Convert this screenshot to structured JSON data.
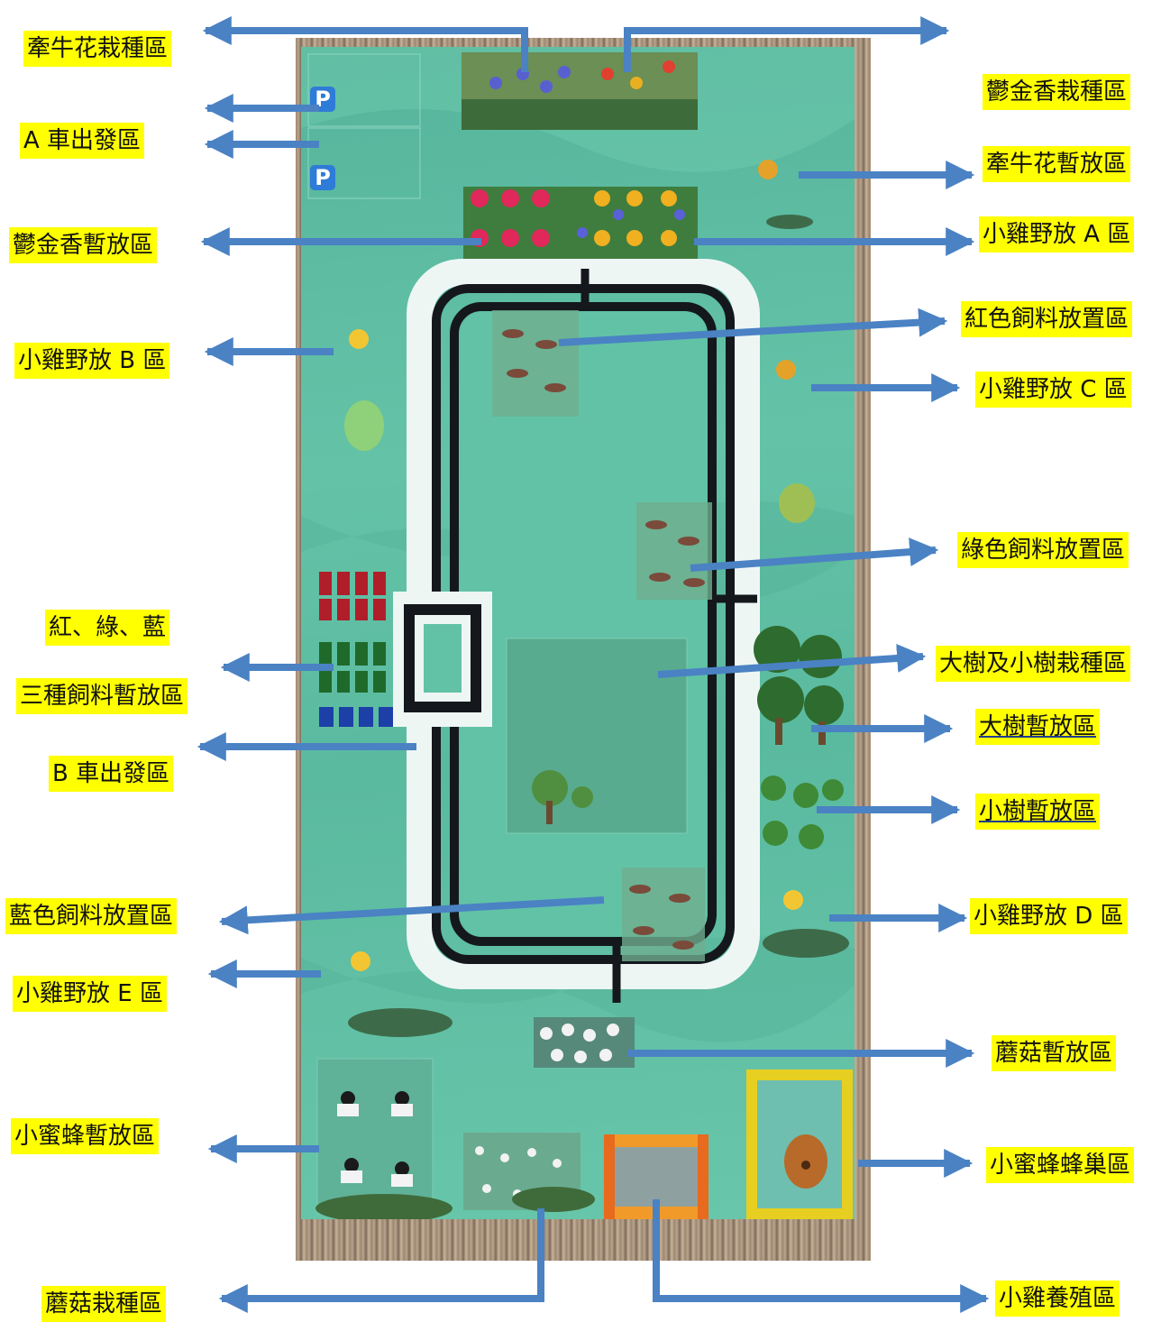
{
  "labels": {
    "morning_glory_planting": "牽牛花栽種區",
    "car_a_start": "A 車出發區",
    "tulip_temp": "鬱金香暫放區",
    "chick_b": "小雞野放 B 區",
    "rgb": "紅、綠、藍",
    "three_feed_temp": "三種飼料暫放區",
    "car_b_start": "B 車出發區",
    "blue_feed": "藍色飼料放置區",
    "chick_e": "小雞野放 E 區",
    "bee_temp": "小蜜蜂暫放區",
    "mushroom_planting": "蘑菇栽種區",
    "tulip_planting": "鬱金香栽種區",
    "morning_glory_temp": "牽牛花暫放區",
    "chick_a": "小雞野放 A 區",
    "red_feed": "紅色飼料放置區",
    "chick_c": "小雞野放 C 區",
    "green_feed": "綠色飼料放置區",
    "tree_planting": "大樹及小樹栽種區",
    "big_tree_temp": "大樹暫放區",
    "small_tree_temp": "小樹暫放區",
    "chick_d": "小雞野放 D 區",
    "mushroom_temp": "蘑菇暫放區",
    "beehive": "小蜜蜂蜂巢區",
    "chicken_farm": "小雞養殖區"
  },
  "parking_letter": "P",
  "colors": {
    "highlight": "#ffff00",
    "arrow": "#4a82c4",
    "board": "#5fbea3",
    "track": "#14181c"
  }
}
